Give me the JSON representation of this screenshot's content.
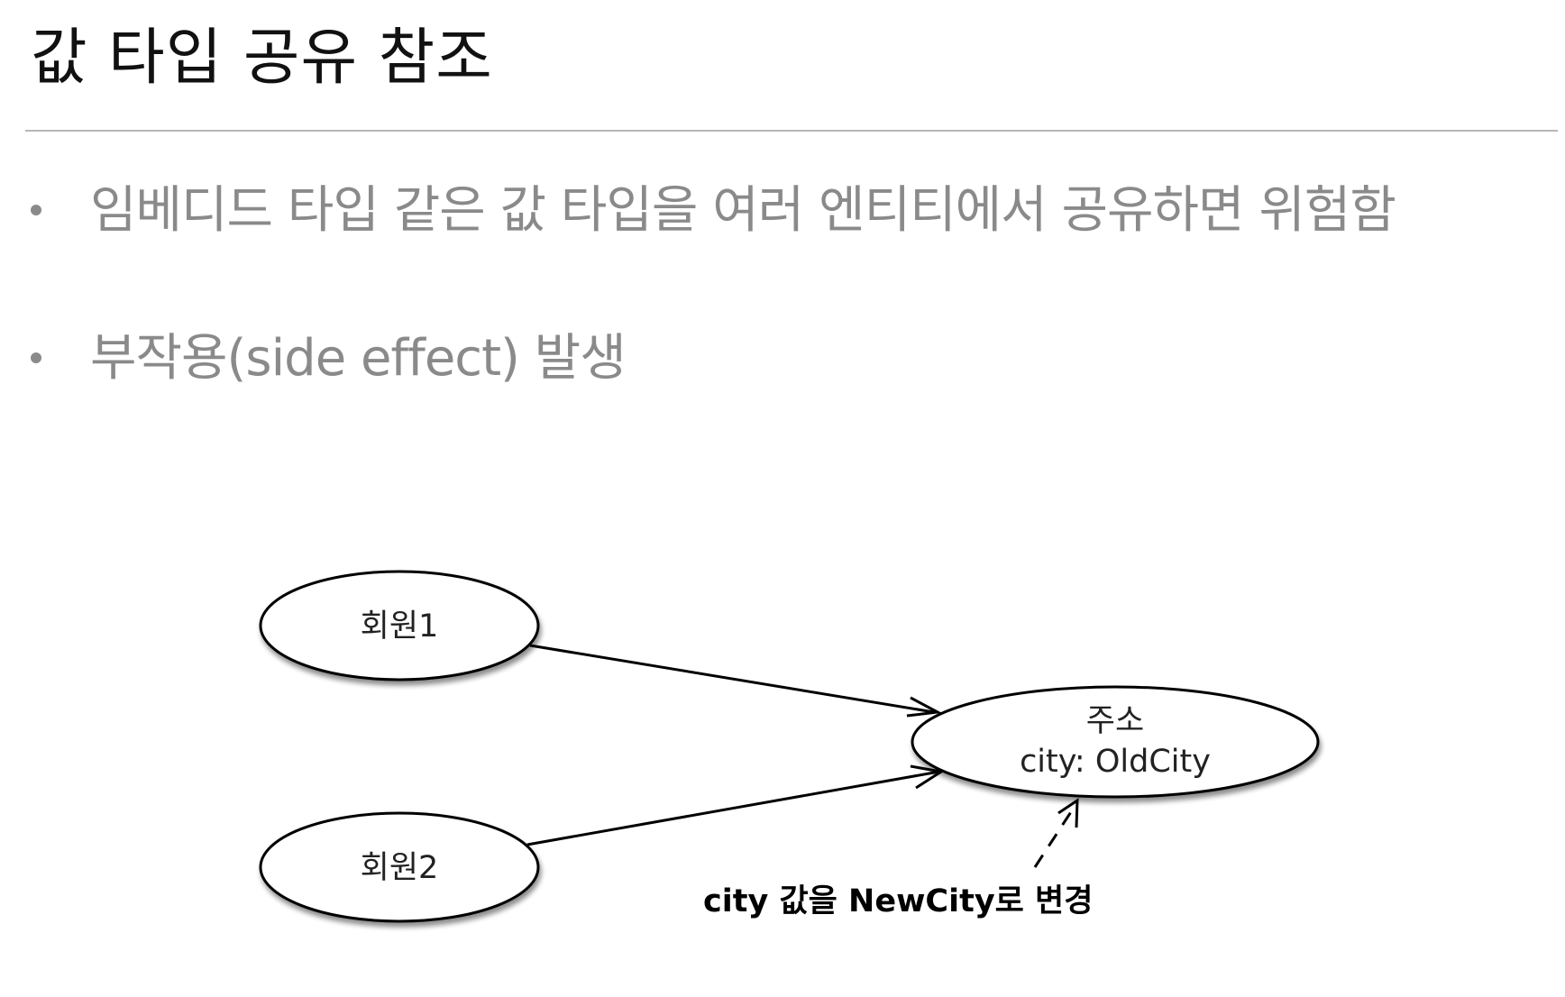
{
  "slide": {
    "title": "값 타입 공유 참조",
    "bullets": [
      "임베디드 타입 같은 값 타입을 여러 엔티티에서 공유하면 위험함",
      "부작용(side effect) 발생"
    ]
  },
  "diagram": {
    "nodes": {
      "member1": {
        "label": "회원1"
      },
      "member2": {
        "label": "회원2"
      },
      "address": {
        "label": "주소",
        "field": "city: OldCity"
      }
    },
    "annotation": "city 값을 NewCity로 변경"
  }
}
